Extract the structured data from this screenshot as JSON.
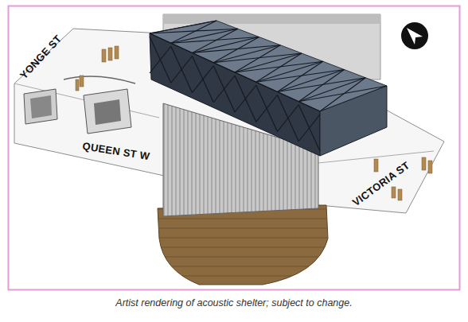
{
  "diagram": {
    "caption": "Artist rendering of acoustic shelter; subject to change.",
    "labels": [
      "YONGE ST",
      "QUEEN ST W",
      "VICTORIA ST"
    ]
  }
}
